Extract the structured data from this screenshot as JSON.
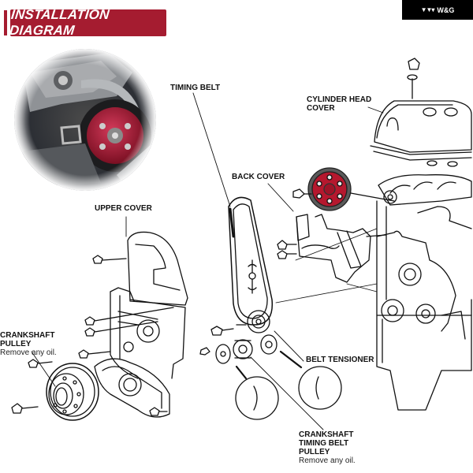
{
  "header": {
    "title": "INSTALLATION DIAGRAM",
    "brand": "W&G",
    "brand_icon": "three-triangles-logo",
    "accent_color": "#a51c30"
  },
  "photo": {
    "description": "Close-up photo of red adjustable cam gear installed on engine",
    "gear_color": "#b5182e"
  },
  "labels": {
    "timing_belt": "TIMING BELT",
    "cylinder_head_cover_1": "CYLINDER HEAD",
    "cylinder_head_cover_2": "COVER",
    "back_cover": "BACK COVER",
    "upper_cover": "UPPER COVER",
    "crankshaft_pulley_1": "CRANKSHAFT",
    "crankshaft_pulley_2": "PULLEY",
    "crankshaft_pulley_note": "Remove any oil.",
    "belt_tensioner": "BELT TENSIONER",
    "crank_timing_1": "CRANKSHAFT",
    "crank_timing_2": "TIMING BELT",
    "crank_timing_3": "PULLEY",
    "crank_timing_note": "Remove any oil."
  }
}
